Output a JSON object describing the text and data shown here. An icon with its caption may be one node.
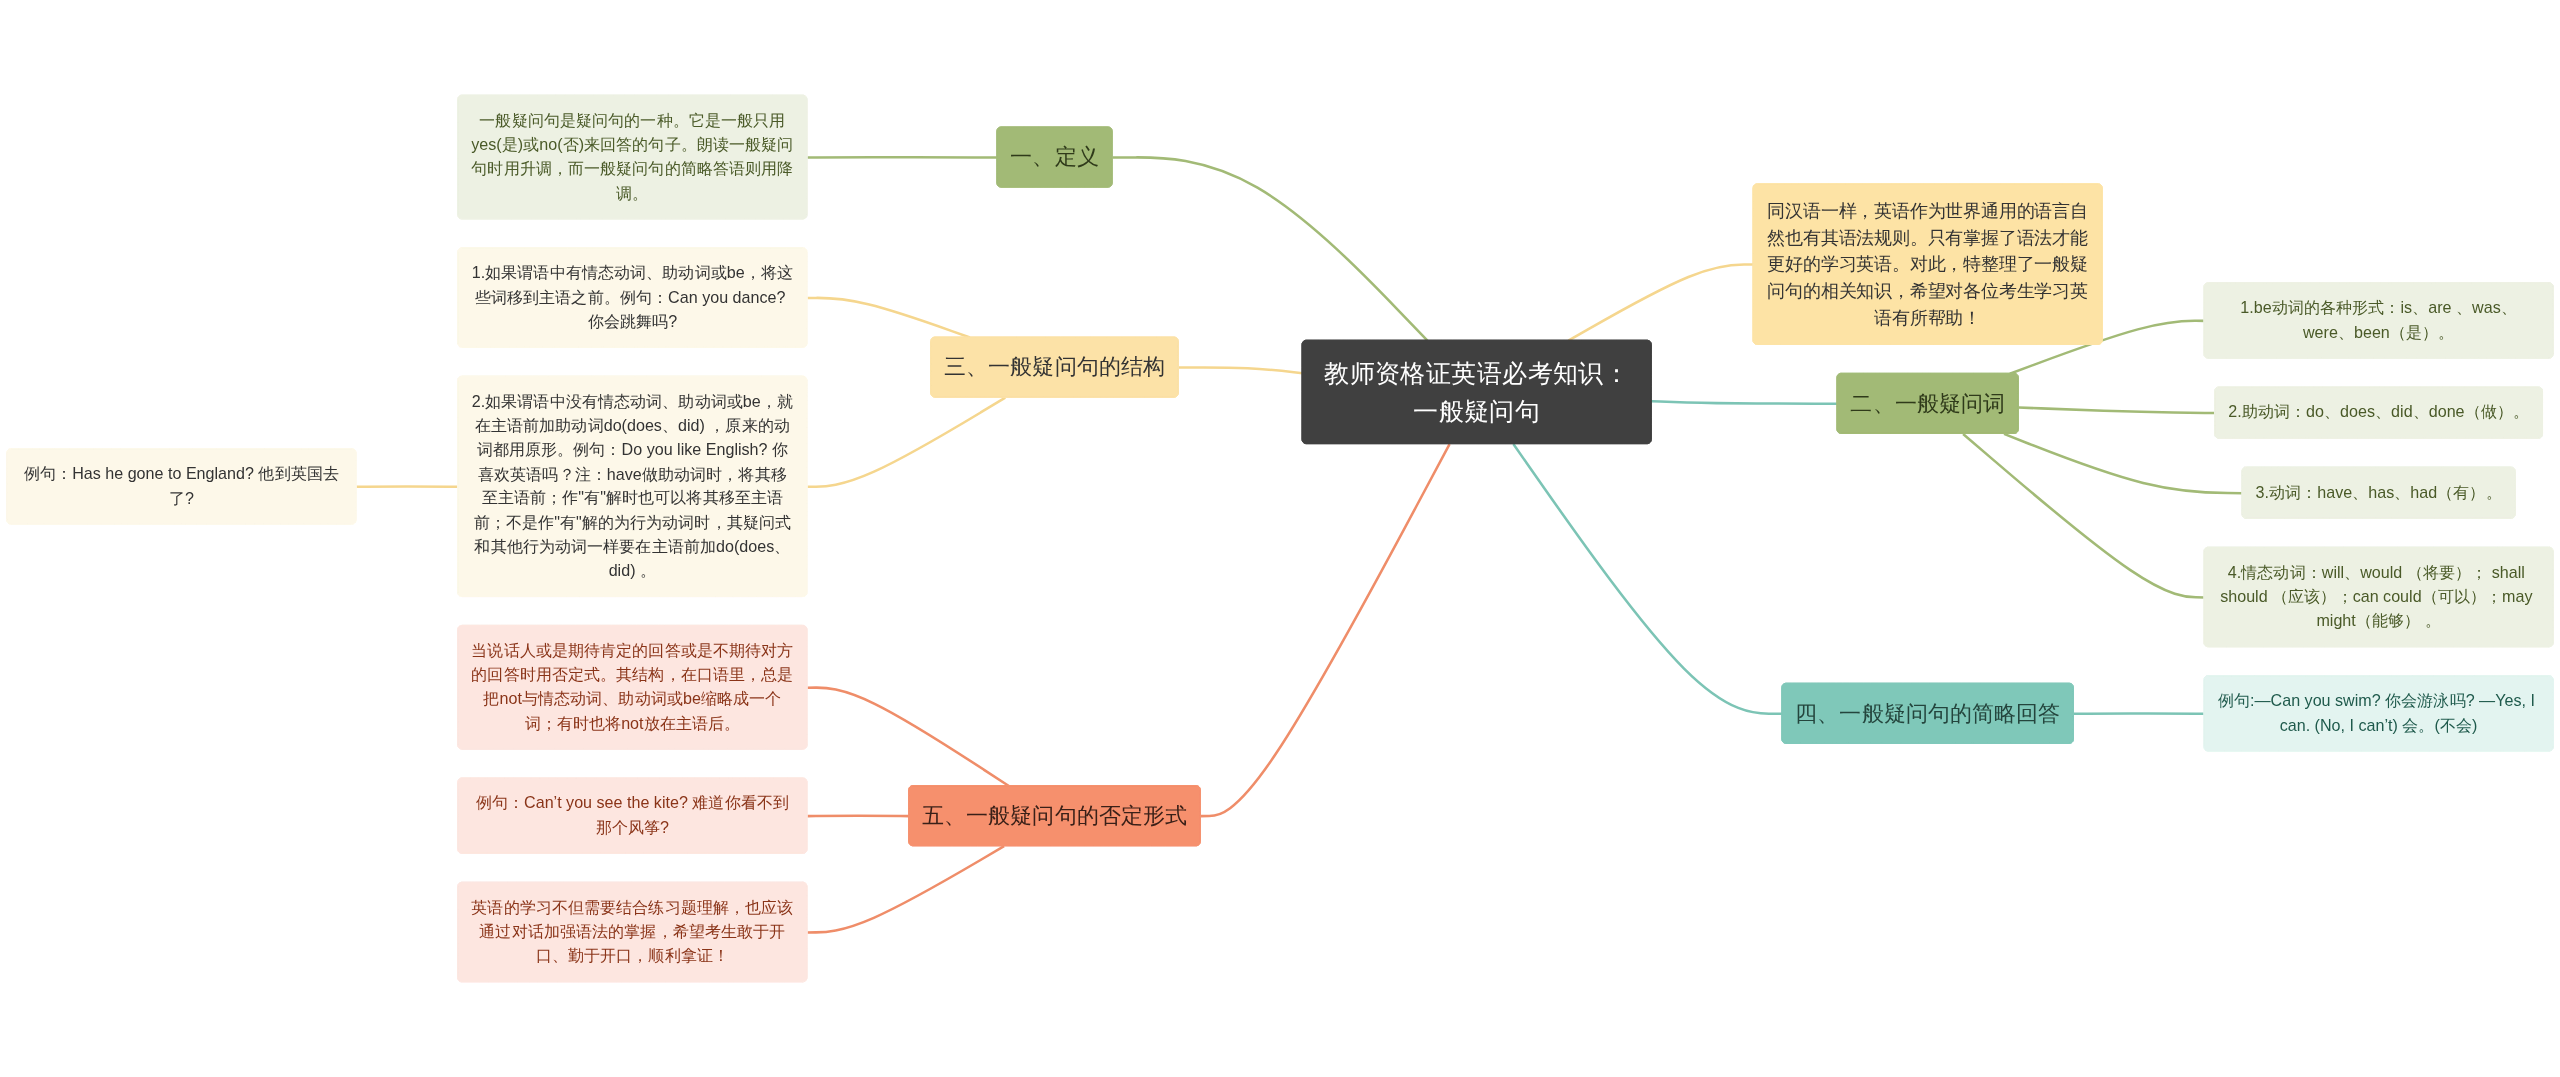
{
  "diagram": {
    "nodes": [
      {
        "text": [
          "教师资格证英语必考知识：一般疑问句"
        ]
      },
      {
        "text": [
          "同汉语一样，英语作为世界通用的语言自然也有其语法规则。只有掌握了语法才能更好的学习英语。对此，特整理了一般疑问句的相关知识，希望对各位考生学习英语有所帮助！"
        ]
      },
      {
        "text": [
          "一、定义"
        ]
      },
      {
        "text": [
          "一般疑问句是疑问句的一种。它是一般只用yes(是)或no(否)来回答的句子。朗读一般疑问句时用升调，而一般疑问句的简略答语则用降调。"
        ]
      },
      {
        "text": [
          "二、一般疑问词"
        ]
      },
      {
        "text": [
          "1.be动词的各种形式：is、are 、was、were、been（是）。"
        ]
      },
      {
        "text": [
          "2.助动词：do、does、did、done（做）。"
        ]
      },
      {
        "text": [
          "3.动词：have、has、had（有）。"
        ]
      },
      {
        "text": [
          "4.情态动词：will、would （将要）； shall should （应该）；can could（可以）；may might（能够） 。"
        ]
      },
      {
        "text": [
          "三、一般疑问句的结构"
        ]
      },
      {
        "text": [
          "1.如果谓语中有情态动词、助动词或be，将这些词移到主语之前。例句：Can you dance? 你会跳舞吗?"
        ]
      },
      {
        "text": [
          "2.如果谓语中没有情态动词、助动词或be，就在主语前加助动词do(does、did) ，原来的动词都用原形。例句：Do you like English? 你喜欢英语吗？注：have做助动词时，将其移至主语前；作\"有\"解时也可以将其移至主语前；不是作\"有\"解的为行为动词时，其疑问式和其他行为动词一样要在主语前加do(does、did) 。"
        ]
      },
      {
        "text": [
          "例句：Has he gone to England? 他到英国去了?"
        ]
      },
      {
        "text": [
          "四、一般疑问句的简略回答"
        ]
      },
      {
        "text": [
          "例句:—Can you swim? 你会游泳吗? —Yes, I can. (No, I can’t) 会。(不会)"
        ]
      },
      {
        "text": [
          "五、一般疑问句的否定形式"
        ]
      },
      {
        "text": [
          "当说话人或是期待肯定的回答或是不期待对方的回答时用否定式。其结构，在口语里，总是把not与情态动词、助动词或be缩略成一个词；有时也将not放在主语后。"
        ]
      },
      {
        "text": [
          "例句：Can’t you see the kite? 难道你看不到那个风筝?"
        ]
      },
      {
        "text": [
          "英语的学习不但需要结合练习题理解，也应该通过对话加强语法的掌握，希望考生敢于开口、勤于开口，顺利拿证！"
        ]
      }
    ],
    "edges": [
      {
        "from": 3,
        "to": 2,
        "arrow": "none"
      },
      {
        "from": 2,
        "to": 0,
        "arrow": "none"
      },
      {
        "from": 10,
        "to": 9,
        "arrow": "none",
        "color": "#f5d68e"
      },
      {
        "from": 12,
        "to": 11,
        "arrow": "none",
        "color": "#f5d68e"
      },
      {
        "from": 11,
        "to": 9,
        "arrow": "none",
        "color": "#f5d68e"
      },
      {
        "from": 9,
        "to": 0,
        "arrow": "none",
        "color": "#f5d68e"
      },
      {
        "from": 16,
        "to": 15,
        "arrow": "none",
        "color": "#ef8d69"
      },
      {
        "from": 17,
        "to": 15,
        "arrow": "none",
        "color": "#ef8d69"
      },
      {
        "from": 18,
        "to": 15,
        "arrow": "none",
        "color": "#ef8d69"
      },
      {
        "from": 15,
        "to": 0,
        "arrow": "none",
        "color": "#ef8d69"
      },
      {
        "from": 0,
        "to": 1,
        "arrow": "none",
        "color": "#f5d68e"
      },
      {
        "from": 0,
        "to": 4,
        "arrow": "none",
        "color": "#7cc4b5"
      },
      {
        "from": 4,
        "to": 5,
        "arrow": "none"
      },
      {
        "from": 4,
        "to": 6,
        "arrow": "none"
      },
      {
        "from": 4,
        "to": 7,
        "arrow": "none"
      },
      {
        "from": 4,
        "to": 8,
        "arrow": "none"
      },
      {
        "from": 0,
        "to": 13,
        "arrow": "none",
        "color": "#7cc4b5"
      },
      {
        "from": 13,
        "to": 14,
        "arrow": "none",
        "color": "#7cc4b5"
      }
    ]
  }
}
